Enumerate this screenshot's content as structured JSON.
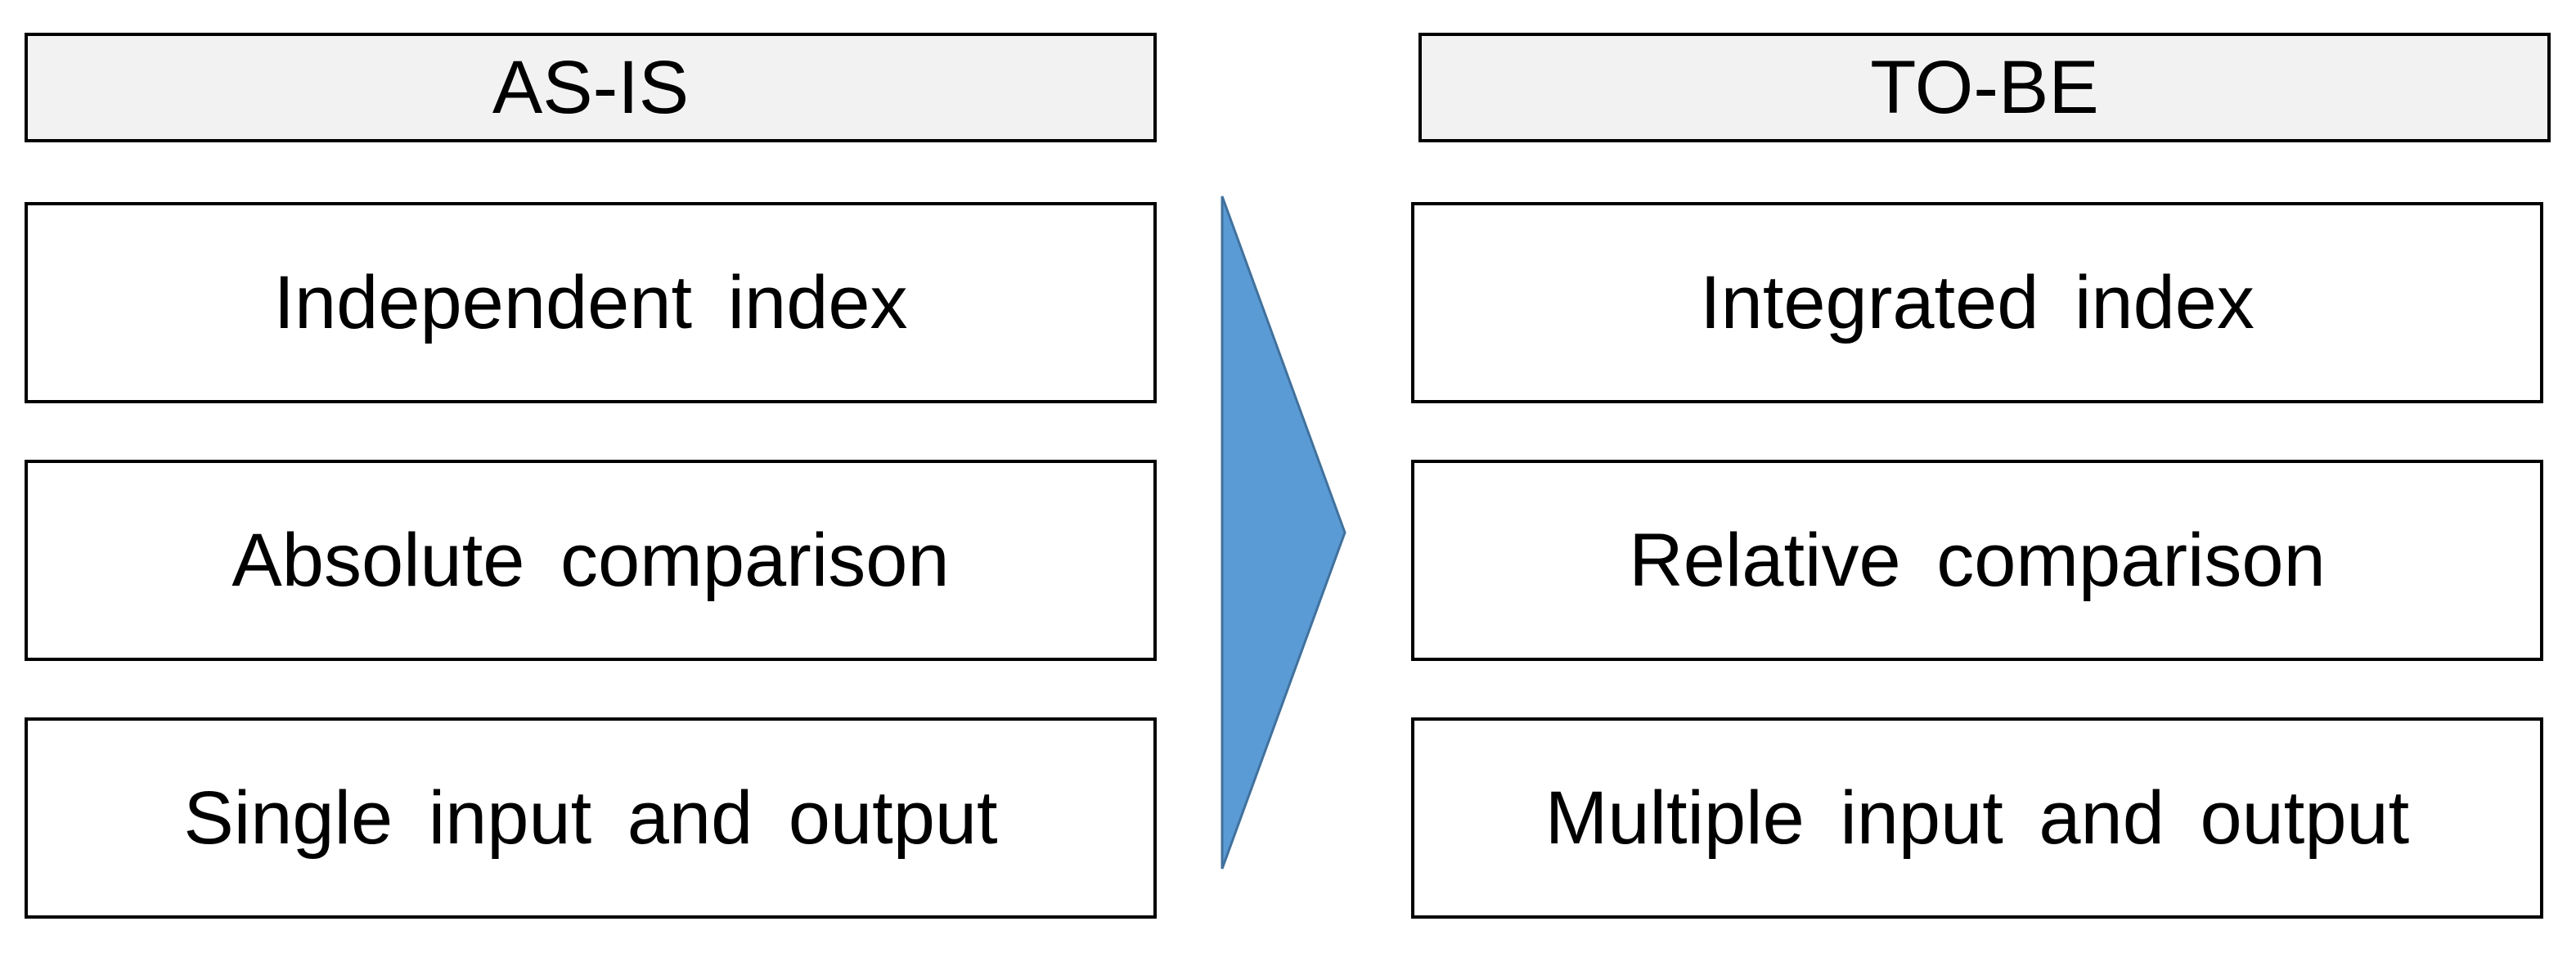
{
  "as_is": {
    "header": "AS-IS",
    "items": [
      "Independent index",
      "Absolute comparison",
      "Single input and output"
    ]
  },
  "to_be": {
    "header": "TO-BE",
    "items": [
      "Integrated index",
      "Relative comparison",
      "Multiple input and output"
    ]
  },
  "colors": {
    "header_fill": "#f2f2f2",
    "arrow_fill": "#5b9bd5",
    "arrow_stroke": "#41719c",
    "border": "#000000"
  },
  "icons": {
    "transition": "right-chevron-arrow-icon"
  }
}
